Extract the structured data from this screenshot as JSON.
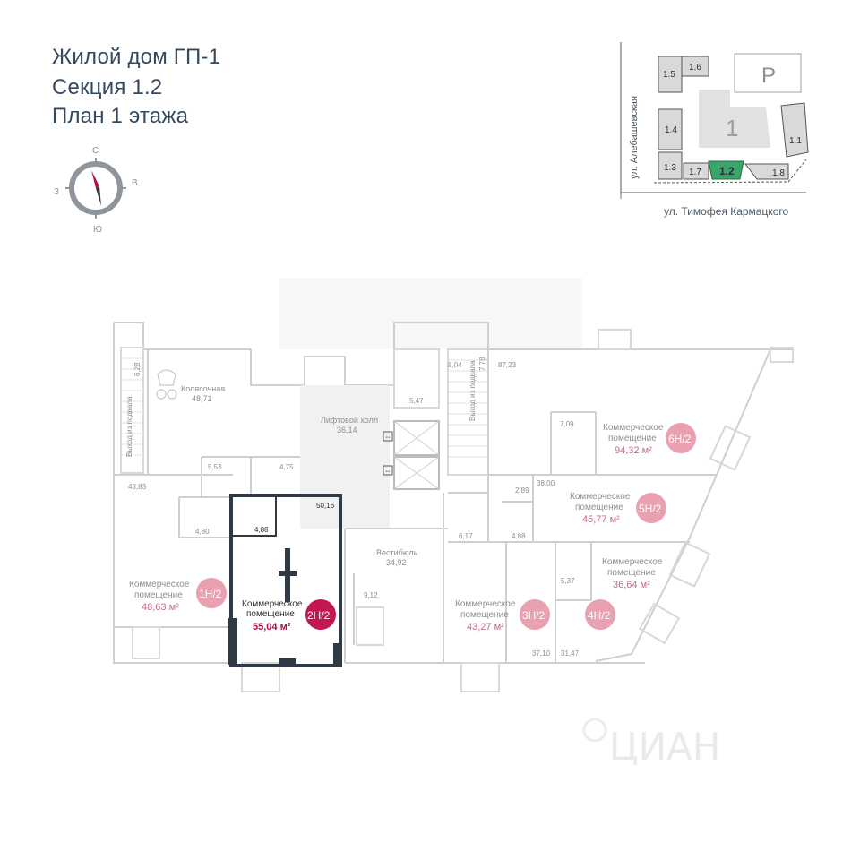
{
  "header": {
    "line1": "Жилой дом ГП-1",
    "line2": "Секция 1.2",
    "line3": "План 1 этажа"
  },
  "compass": {
    "n": "С",
    "e": "В",
    "s": "Ю",
    "w": "З"
  },
  "site_plan": {
    "street_left": "ул. Алебашевская",
    "street_bottom": "ул. Тимофея Кармацкого",
    "parking": "P",
    "building": "1",
    "sections": [
      "1.1",
      "1.2",
      "1.3",
      "1.4",
      "1.5",
      "1.6",
      "1.7",
      "1.8"
    ],
    "highlight_section": "1.2",
    "colors": {
      "highlight": "#3aa56a",
      "block": "#d9d9d9"
    }
  },
  "rooms": {
    "strollers": "Колясочная",
    "strollers_area": "48,71",
    "lift_hall": "Лифтовой холл",
    "lift_hall_area": "36,14",
    "vestibule": "Вестибюль",
    "vestibule_area": "34,92",
    "exit_left": "Выход из подвала",
    "exit_left_area": "6,28",
    "exit_right": "Выход из подвала",
    "exit_right_area": "7,78"
  },
  "small_areas": [
    "43,83",
    "5,53",
    "4,75",
    "4,80",
    "4,88",
    "50,16",
    "9,12",
    "5,47",
    "8,04",
    "87,23",
    "7,09",
    "2,89",
    "38,00",
    "4,88",
    "6,17",
    "5,37",
    "37,10",
    "31,47"
  ],
  "units": [
    {
      "id": "1Н/2",
      "label_1": "Коммерческое",
      "label_2": "помещение",
      "area": "48,63 м²"
    },
    {
      "id": "2Н/2",
      "label_1": "Коммерческое",
      "label_2": "помещение",
      "area": "55,04 м²"
    },
    {
      "id": "3Н/2",
      "label_1": "Коммерческое",
      "label_2": "помещение",
      "area": "43,27 м²"
    },
    {
      "id": "4Н/2",
      "label_1": "Коммерческое",
      "label_2": "помещение",
      "area": "36,64 м²"
    },
    {
      "id": "5Н/2",
      "label_1": "Коммерческое",
      "label_2": "помещение",
      "area": "45,77 м²"
    },
    {
      "id": "6Н/2",
      "label_1": "Коммерческое",
      "label_2": "помещение",
      "area": "94,32 м²"
    }
  ],
  "watermark": "ЦИАН",
  "colors": {
    "accent": "#b0103f",
    "badge": "#e9a0b0",
    "badge_active": "#c2174f",
    "wall": "#d5d5d5",
    "selected_wall": "#2f3a45"
  }
}
